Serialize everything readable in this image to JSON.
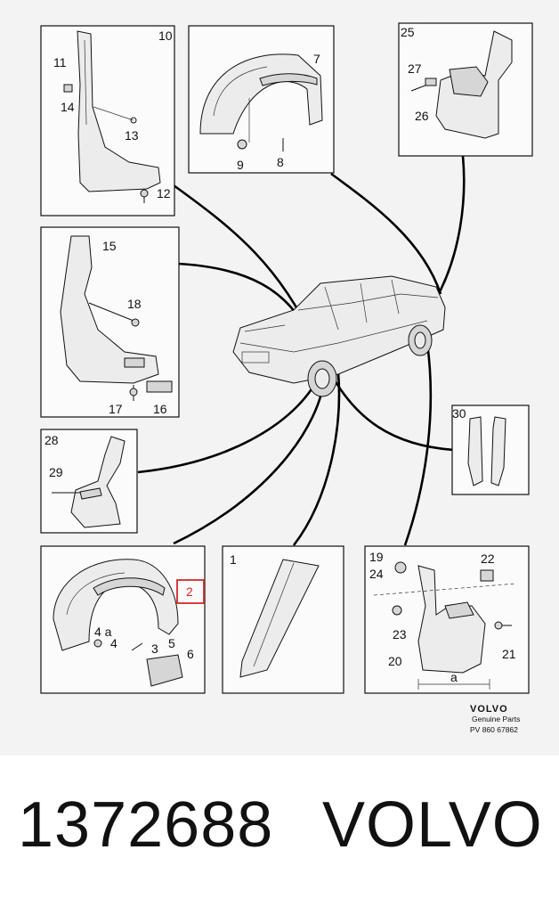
{
  "diagram": {
    "callouts": {
      "c1": "1",
      "c2": "2",
      "c3": "3",
      "c4": "4",
      "c4a": "4 a",
      "c5": "5",
      "c6": "6",
      "c7": "7",
      "c8": "8",
      "c9": "9",
      "c10": "10",
      "c11": "11",
      "c12": "12",
      "c13": "13",
      "c14": "14",
      "c15": "15",
      "c16": "16",
      "c17": "17",
      "c18": "18",
      "c19": "19",
      "c20": "20",
      "c21": "21",
      "c22": "22",
      "c23": "23",
      "c24": "24",
      "c25": "25",
      "c26": "26",
      "c27": "27",
      "c28": "28",
      "c29": "29",
      "c30": "30"
    },
    "dimension_label": "a",
    "highlighted_callout": "2",
    "colors": {
      "highlight": "#d62828",
      "line": "#111111",
      "background": "#f3f3f3"
    }
  },
  "brand_stamp": {
    "name": "VOLVO",
    "subtitle": "Genuine Parts",
    "code": "PV 860 67862"
  },
  "footer": {
    "part_number": "1372688",
    "brand": "VOLVO"
  }
}
